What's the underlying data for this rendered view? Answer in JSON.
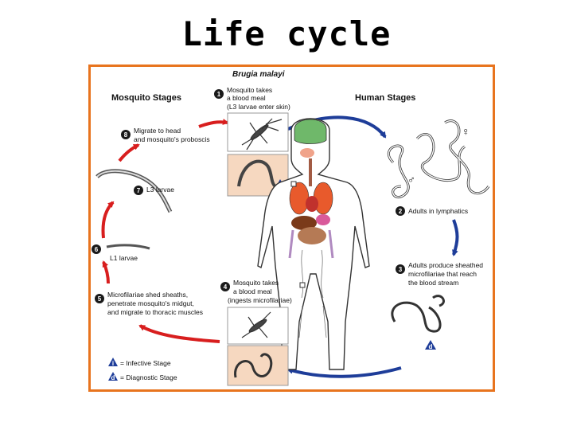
{
  "slide": {
    "title": "Life cycle"
  },
  "diagram": {
    "species": "Brugia malayi",
    "mosquito_header": "Mosquito Stages",
    "human_header": "Human Stages",
    "steps": [
      {
        "num": "1",
        "lines": [
          "Mosquito takes",
          "a blood meal",
          "(L3 larvae enter skin)"
        ]
      },
      {
        "num": "2",
        "lines": [
          "Adults in lymphatics"
        ]
      },
      {
        "num": "3",
        "lines": [
          "Adults produce sheathed",
          "microfilariae that reach",
          "the blood stream"
        ]
      },
      {
        "num": "4",
        "lines": [
          "Mosquito takes",
          "a blood meal",
          "(ingests microfilariae)"
        ]
      },
      {
        "num": "5",
        "lines": [
          "Microfilariae shed sheaths,",
          "penetrate mosquito's midgut,",
          "and migrate to thoracic muscles"
        ]
      },
      {
        "num": "6",
        "lines": [
          "L1 larvae"
        ]
      },
      {
        "num": "7",
        "lines": [
          "L3 larvae"
        ]
      },
      {
        "num": "8",
        "lines": [
          "Migrate to head",
          "and mosquito's proboscis"
        ]
      }
    ],
    "legend": [
      {
        "symbol": "i",
        "text": "= Infective Stage"
      },
      {
        "symbol": "d",
        "text": "= Diagnostic Stage"
      }
    ],
    "badges": {
      "infective": "i",
      "diagnostic": "d"
    },
    "sex_symbols": {
      "female": "♀",
      "male": "♂"
    },
    "colors": {
      "frame": "#e8741e",
      "arrow_red": "#d81e1e",
      "arrow_blue": "#1e3d99",
      "badge": "#1e3d99",
      "panel": "#f6d8c0"
    }
  }
}
